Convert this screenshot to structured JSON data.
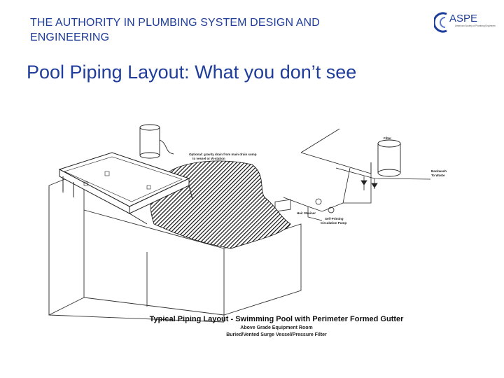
{
  "header": {
    "text": "THE AUTHORITY IN PLUMBING SYSTEM DESIGN AND ENGINEERING"
  },
  "logo": {
    "wordmark": "ASPE",
    "tagline": "American Society of Plumbing Engineers"
  },
  "slide": {
    "title": "Pool Piping Layout: What you don’t see"
  },
  "diagram": {
    "caption_main": "Typical Piping Layout - Swimming Pool with Perimeter Formed Gutter",
    "caption_line_1": "Above Grade Equipment Room",
    "caption_line_2": "Buried/Vented Surge Vessel/Pressure Filter",
    "labels": {
      "filter": "Filter",
      "backwash": "Backwash",
      "to_waste": "To Waste",
      "optional_drain": "Optional: gravity drain from main drain sump",
      "optional_drain_2": "to vessel or W-station",
      "hair_strainer": "Hair Strainer",
      "pump": "Self-Priming",
      "pump_2": "Circulation Pump"
    }
  },
  "colors": {
    "accent": "#1f3d9a",
    "line": "#222222"
  }
}
